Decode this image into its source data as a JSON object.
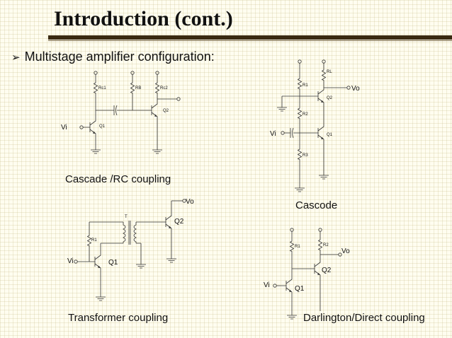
{
  "slide": {
    "title": "Introduction (cont.)",
    "bullet": "Multistage amplifier configuration:"
  },
  "captions": {
    "rc": "Cascade /RC coupling",
    "cascode": "Cascode",
    "transformer": "Transformer coupling",
    "darlington": "Darlington/Direct coupling"
  },
  "rc_circuit": {
    "rc1": "Rc1",
    "rb": "RB",
    "rc2": "Rc2",
    "q1": "Q1",
    "q2": "Q2",
    "vi": "Vi"
  },
  "cascode_circuit": {
    "rl": "RL",
    "r1": "R1",
    "r2": "R2",
    "r3": "R3",
    "q1": "Q1",
    "q2": "Q2",
    "vi": "Vi",
    "vo": "Vo"
  },
  "transformer_circuit": {
    "t": "T",
    "r1": "R1",
    "q1": "Q1",
    "q2": "Q2",
    "vi": "Vi",
    "vo": "Vo"
  },
  "darlington_circuit": {
    "r1": "R1",
    "r2": "R2",
    "q1": "Q1",
    "q2": "Q2",
    "vi": "Vi",
    "vo": "Vo"
  }
}
